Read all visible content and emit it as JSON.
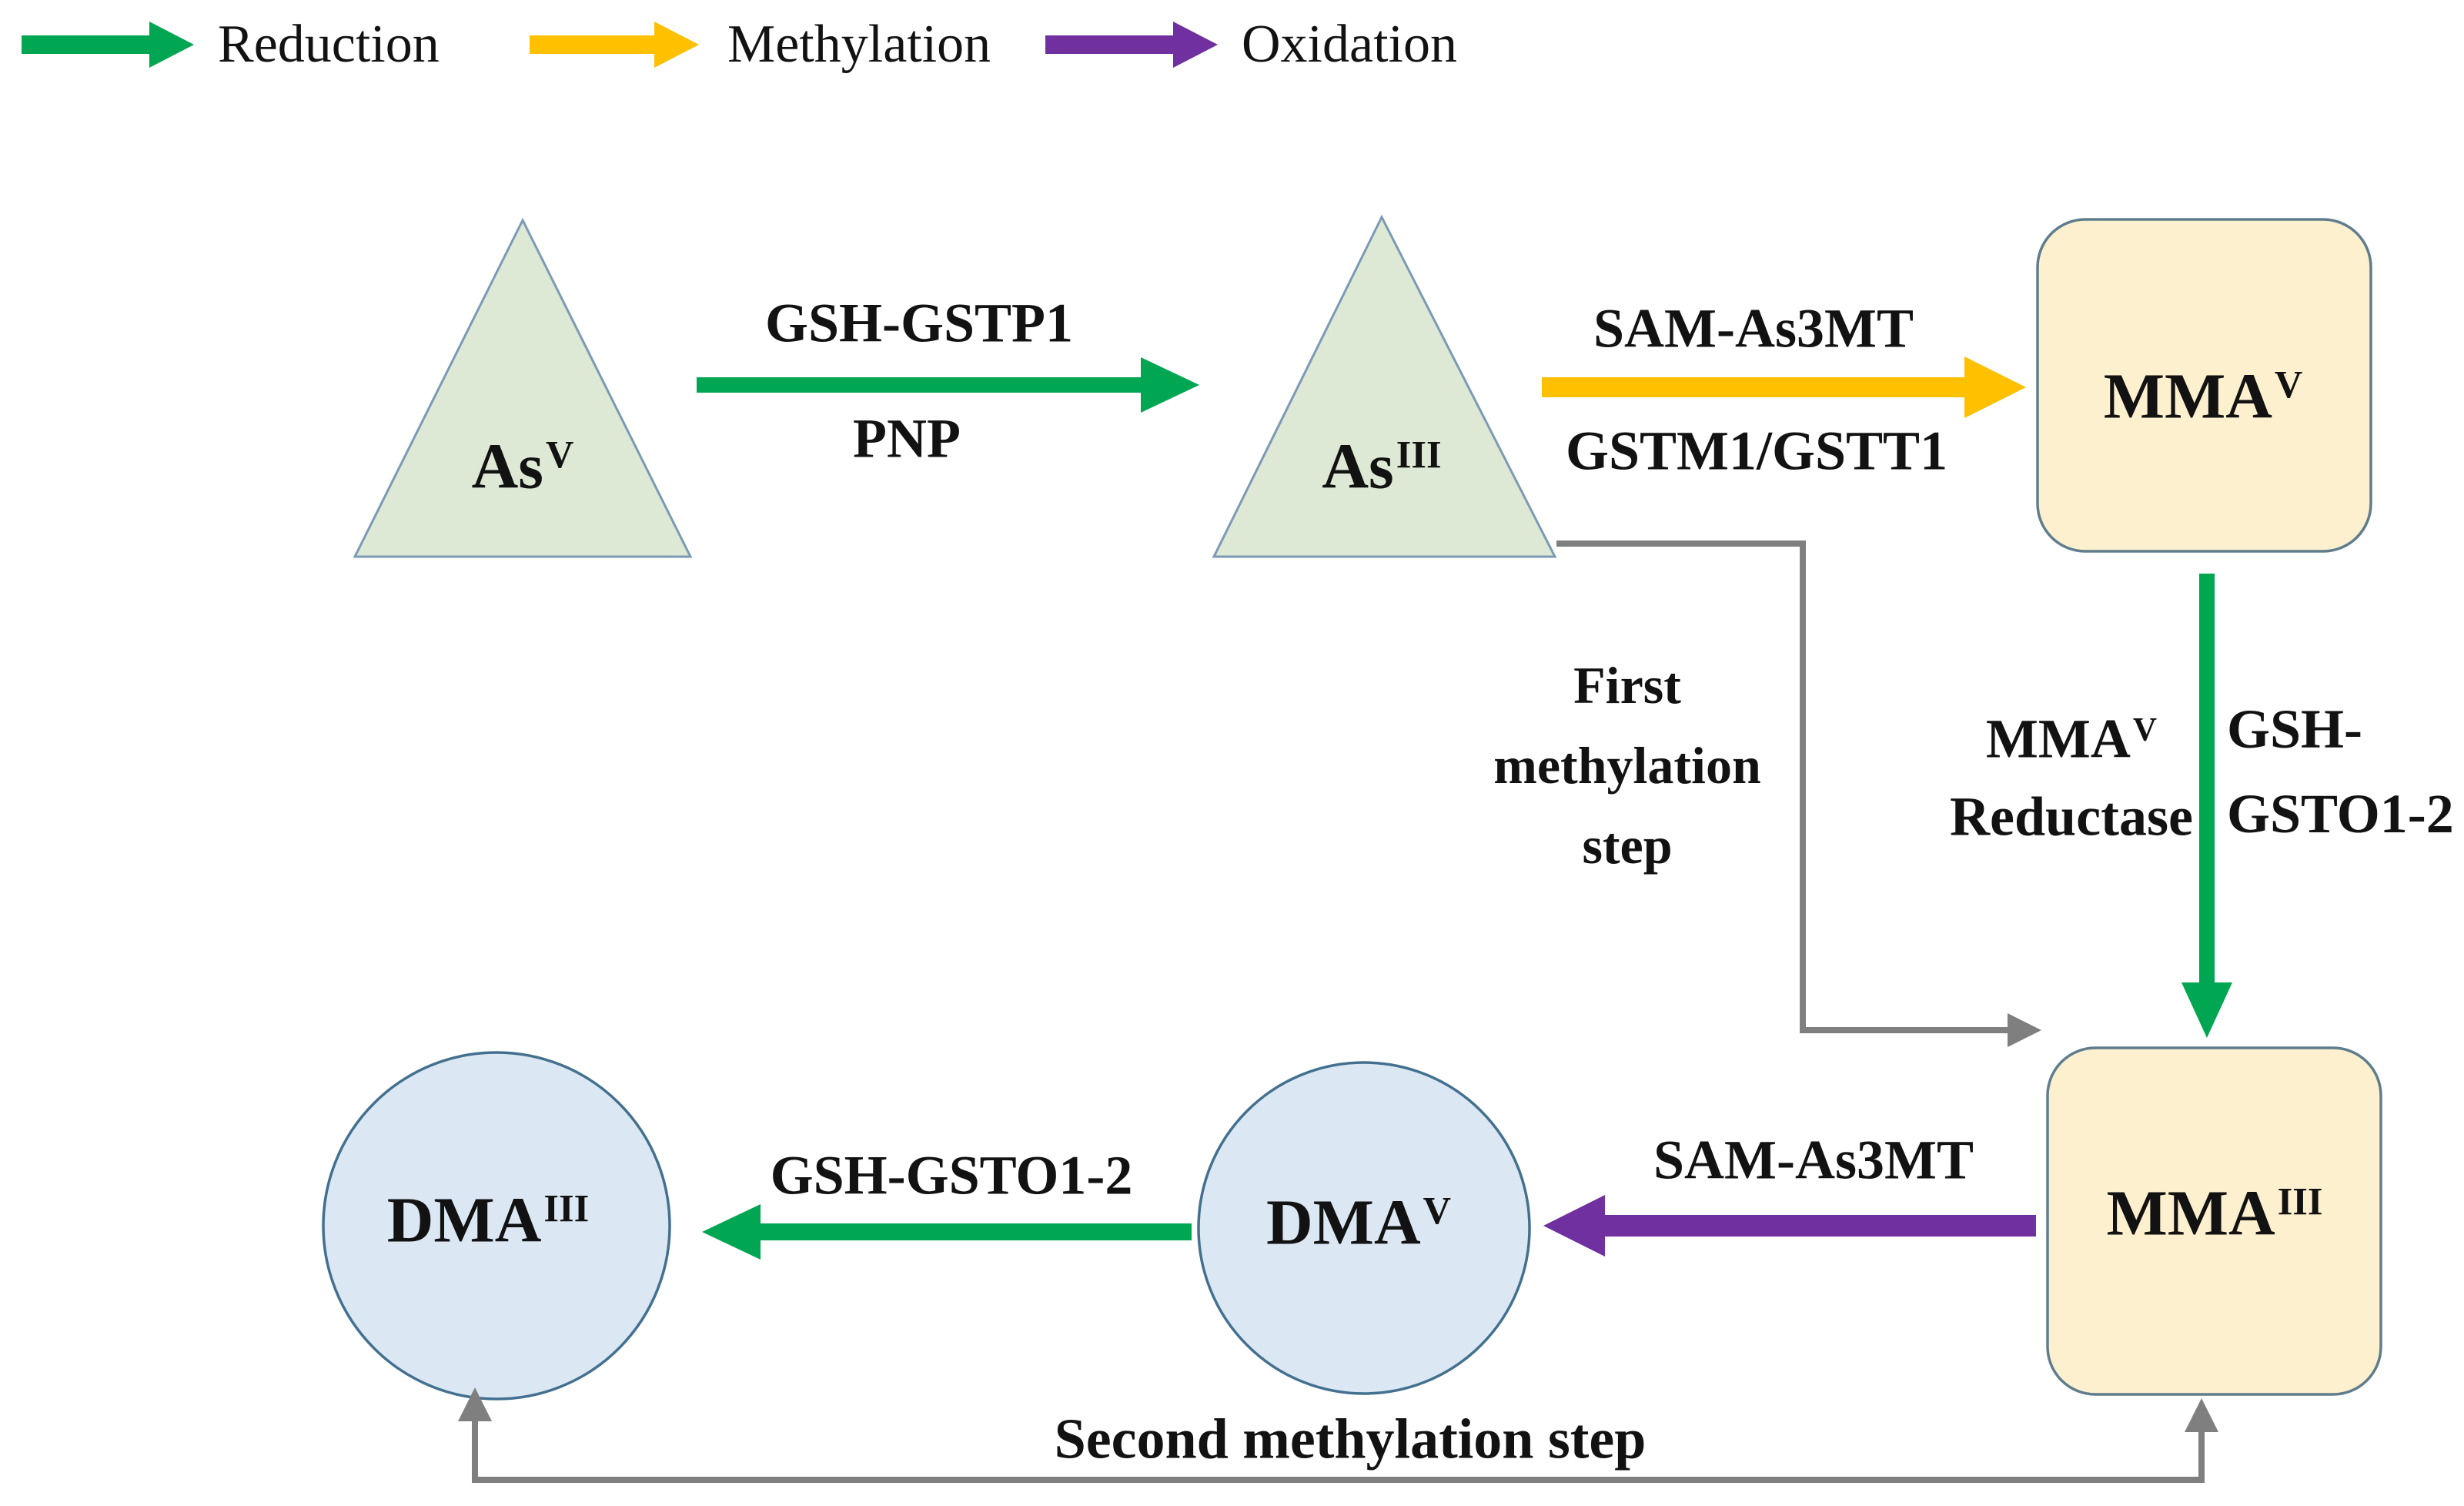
{
  "figure": {
    "legend": {
      "items": [
        {
          "label": "Reduction",
          "color": "#00A651"
        },
        {
          "label": "Methylation",
          "color": "#FFC000"
        },
        {
          "label": "Oxidation",
          "color": "#7030A0"
        }
      ]
    },
    "nodes": {
      "as_v": {
        "base": "As",
        "sup": "V",
        "shape": "triangle"
      },
      "as_iii": {
        "base": "As",
        "sup": "III",
        "shape": "triangle"
      },
      "mma_v": {
        "base": "MMA",
        "sup": "V",
        "shape": "rounded-rect"
      },
      "mma_iii": {
        "base": "MMA",
        "sup": "III",
        "shape": "rounded-rect"
      },
      "dma_v": {
        "base": "DMA",
        "sup": "V",
        "shape": "circle"
      },
      "dma_iii": {
        "base": "DMA",
        "sup": "III",
        "shape": "circle"
      }
    },
    "edges": {
      "asv_to_asiii": {
        "type": "reduction",
        "label_top": "GSH-GSTP1",
        "label_bottom": "PNP"
      },
      "asiii_to_mmav": {
        "type": "methylation",
        "label_top": "SAM-As3MT",
        "label_bottom": "GSTM1/GSTT1"
      },
      "mmav_to_mmaiii": {
        "type": "reduction",
        "enzyme_left": {
          "base": "MMA",
          "sup": "V",
          "line2": "Reductase"
        },
        "enzyme_right": {
          "line1": "GSH-",
          "line2": "GSTO1-2"
        }
      },
      "mmaiii_to_dmav": {
        "type": "oxidation",
        "label": "SAM-As3MT"
      },
      "dmav_to_dmaiii": {
        "type": "reduction",
        "label": "GSH-GSTO1-2"
      }
    },
    "annotations": {
      "first_methylation": "First\nmethylation\nstep",
      "second_methylation": "Second methylation step"
    },
    "colors": {
      "background": "#ffffff",
      "text": "#121212",
      "reduction_green": "#00A651",
      "methylation_yellow": "#FFC000",
      "oxidation_purple": "#7030A0",
      "connector_gray": "#7F7F7F",
      "triangle_fill": "#DDE9D4",
      "triangle_stroke": "#7C99B6",
      "box_fill": "#FDF0CF",
      "box_stroke": "#5F7D8C",
      "circle_fill": "#DBE8F4",
      "circle_stroke": "#44708F"
    }
  }
}
